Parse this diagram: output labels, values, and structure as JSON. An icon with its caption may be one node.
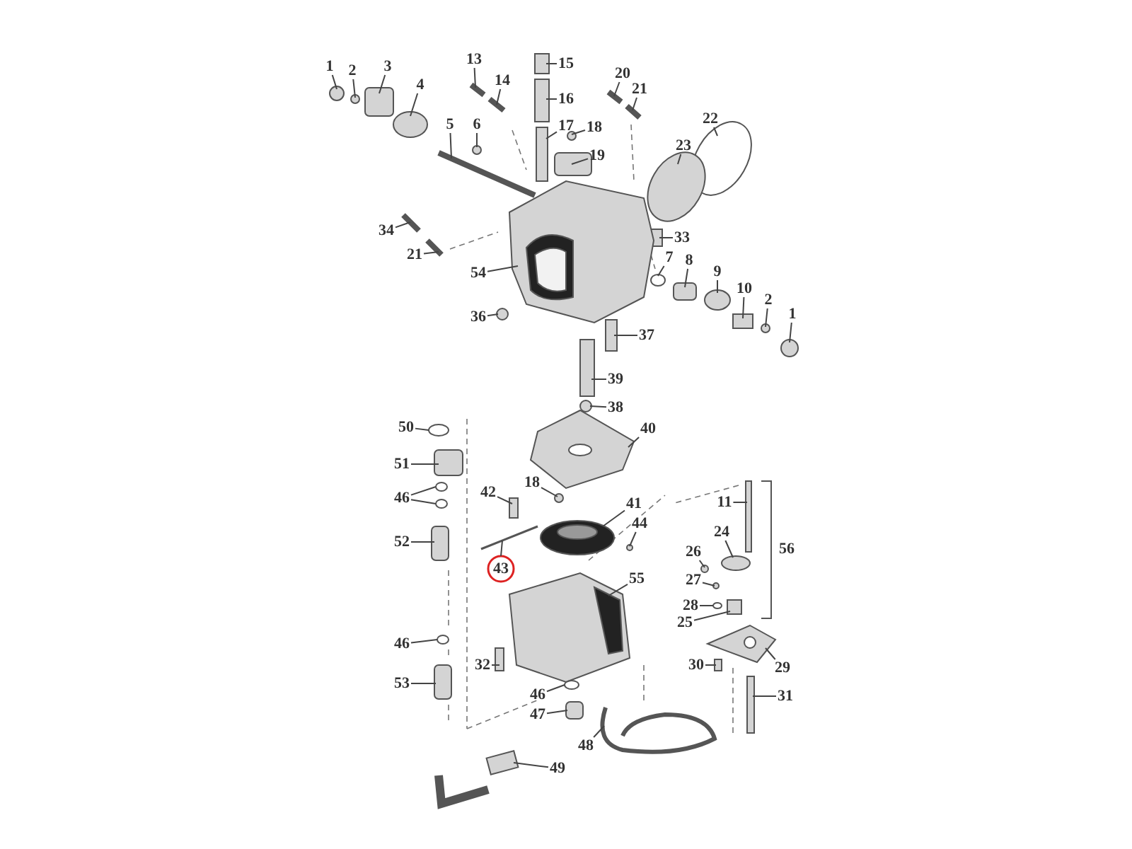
{
  "diagram": {
    "nodes": [
      {
        "text": [
          "1"
        ]
      },
      {
        "text": [
          "2"
        ]
      },
      {
        "text": [
          "3"
        ]
      },
      {
        "text": [
          "4"
        ]
      },
      {
        "text": [
          "5"
        ]
      },
      {
        "text": [
          "6"
        ]
      },
      {
        "text": [
          "13"
        ]
      },
      {
        "text": [
          "14"
        ]
      },
      {
        "text": [
          "15"
        ]
      },
      {
        "text": [
          "16"
        ]
      },
      {
        "text": [
          "17"
        ]
      },
      {
        "text": [
          "18"
        ]
      },
      {
        "text": [
          "19"
        ]
      },
      {
        "text": [
          "20"
        ]
      },
      {
        "text": [
          "21"
        ]
      },
      {
        "text": [
          "22"
        ]
      },
      {
        "text": [
          "23"
        ]
      },
      {
        "text": [
          "33"
        ]
      },
      {
        "text": [
          "34"
        ]
      },
      {
        "text": [
          "21"
        ]
      },
      {
        "text": [
          "54"
        ]
      },
      {
        "text": [
          "7"
        ]
      },
      {
        "text": [
          "8"
        ]
      },
      {
        "text": [
          "9"
        ]
      },
      {
        "text": [
          "10"
        ]
      },
      {
        "text": [
          "2"
        ]
      },
      {
        "text": [
          "1"
        ]
      },
      {
        "text": [
          "36"
        ]
      },
      {
        "text": [
          "37"
        ]
      },
      {
        "text": [
          "39"
        ]
      },
      {
        "text": [
          "38"
        ]
      },
      {
        "text": [
          "40"
        ]
      },
      {
        "text": [
          "50"
        ]
      },
      {
        "text": [
          "51"
        ]
      },
      {
        "text": [
          "46"
        ]
      },
      {
        "text": [
          "52"
        ]
      },
      {
        "text": [
          "42"
        ]
      },
      {
        "text": [
          "18"
        ]
      },
      {
        "text": [
          "41"
        ]
      },
      {
        "text": [
          "44"
        ]
      },
      {
        "text": [
          "43"
        ]
      },
      {
        "text": [
          "55"
        ]
      },
      {
        "text": [
          "11"
        ]
      },
      {
        "text": [
          "24"
        ]
      },
      {
        "text": [
          "26"
        ]
      },
      {
        "text": [
          "27"
        ]
      },
      {
        "text": [
          "28"
        ]
      },
      {
        "text": [
          "25"
        ]
      },
      {
        "text": [
          "29"
        ]
      },
      {
        "text": [
          "30"
        ]
      },
      {
        "text": [
          "31"
        ]
      },
      {
        "text": [
          "32"
        ]
      },
      {
        "text": [
          "46"
        ]
      },
      {
        "text": [
          "53"
        ]
      },
      {
        "text": [
          "46"
        ]
      },
      {
        "text": [
          "47"
        ]
      },
      {
        "text": [
          "48"
        ]
      },
      {
        "text": [
          "49"
        ]
      },
      {
        "text": [],
        "shape": "circle"
      },
      {
        "text": [],
        "shape": "circle"
      },
      {
        "text": [],
        "shape": "box"
      },
      {
        "text": [],
        "shape": "circle"
      },
      {
        "text": [],
        "shape": "bar"
      },
      {
        "text": [],
        "shape": "circle"
      },
      {
        "text": [],
        "shape": "bar"
      },
      {
        "text": [],
        "shape": "bar"
      },
      {
        "text": [],
        "shape": "box"
      },
      {
        "text": [],
        "shape": "box"
      },
      {
        "text": [],
        "shape": "box"
      },
      {
        "text": [],
        "shape": "circle"
      },
      {
        "text": [],
        "shape": "box"
      },
      {
        "text": [],
        "shape": "bar"
      },
      {
        "text": [],
        "shape": "bar"
      },
      {
        "text": [],
        "shape": "circle"
      },
      {
        "text": [],
        "shape": "circle"
      },
      {
        "text": [],
        "shape": "box"
      },
      {
        "text": [],
        "shape": "bar"
      },
      {
        "text": [],
        "shape": "bar"
      },
      {
        "text": [],
        "shape": "picture"
      },
      {
        "text": [],
        "shape": "circle"
      },
      {
        "text": [],
        "shape": "box"
      },
      {
        "text": [],
        "shape": "circle"
      },
      {
        "text": [],
        "shape": "box"
      },
      {
        "text": [],
        "shape": "circle"
      },
      {
        "text": [],
        "shape": "circle"
      },
      {
        "text": [],
        "shape": "circle"
      },
      {
        "text": [],
        "shape": "box"
      },
      {
        "text": [],
        "shape": "box"
      },
      {
        "text": [],
        "shape": "circle"
      },
      {
        "text": [],
        "shape": "picture"
      },
      {
        "text": [],
        "shape": "circle"
      },
      {
        "text": [],
        "shape": "box"
      },
      {
        "text": [],
        "shape": "circle"
      },
      {
        "text": [],
        "shape": "circle"
      },
      {
        "text": [],
        "shape": "box"
      },
      {
        "text": [],
        "shape": "box"
      },
      {
        "text": [],
        "shape": "circle"
      },
      {
        "text": [],
        "shape": "picture"
      },
      {
        "text": [],
        "shape": "circle"
      },
      {
        "text": [],
        "shape": "bar"
      },
      {
        "text": [],
        "shape": "picture"
      },
      {
        "text": [],
        "shape": "box"
      },
      {
        "text": [],
        "shape": "circle"
      },
      {
        "text": [],
        "shape": "circle"
      },
      {
        "text": [],
        "shape": "circle"
      },
      {
        "text": [],
        "shape": "circle"
      },
      {
        "text": [],
        "shape": "box"
      },
      {
        "text": [],
        "shape": "picture"
      },
      {
        "text": [],
        "shape": "box"
      },
      {
        "text": [],
        "shape": "box"
      },
      {
        "text": [],
        "shape": "box"
      },
      {
        "text": [],
        "shape": "circle"
      },
      {
        "text": [],
        "shape": "box"
      },
      {
        "text": [],
        "shape": "circle"
      },
      {
        "text": [],
        "shape": "box"
      },
      {
        "text": [],
        "shape": "picture"
      },
      {
        "text": [],
        "shape": "picture"
      }
    ],
    "edges": [
      {
        "from": 0,
        "to": 58,
        "arrow": "none"
      },
      {
        "from": 1,
        "to": 59,
        "arrow": "none"
      },
      {
        "from": 2,
        "to": 60,
        "arrow": "none"
      },
      {
        "from": 3,
        "to": 61,
        "arrow": "none"
      },
      {
        "from": 4,
        "to": 62,
        "arrow": "none"
      },
      {
        "from": 5,
        "to": 63,
        "arrow": "none"
      },
      {
        "from": 6,
        "to": 64,
        "arrow": "none"
      },
      {
        "from": 7,
        "to": 65,
        "arrow": "none"
      },
      {
        "from": 8,
        "to": 66,
        "arrow": "none"
      },
      {
        "from": 9,
        "to": 67,
        "arrow": "none"
      },
      {
        "from": 10,
        "to": 68,
        "arrow": "none"
      },
      {
        "from": 11,
        "to": 69,
        "arrow": "none"
      },
      {
        "from": 12,
        "to": 70,
        "arrow": "none"
      },
      {
        "from": 13,
        "to": 71,
        "arrow": "none"
      },
      {
        "from": 14,
        "to": 72,
        "arrow": "none"
      },
      {
        "from": 15,
        "to": 73,
        "arrow": "none"
      },
      {
        "from": 16,
        "to": 74,
        "arrow": "none"
      },
      {
        "from": 17,
        "to": 75,
        "arrow": "none"
      },
      {
        "from": 18,
        "to": 76,
        "arrow": "none"
      },
      {
        "from": 19,
        "to": 77,
        "arrow": "none"
      },
      {
        "from": 20,
        "to": 78,
        "arrow": "none"
      },
      {
        "from": 21,
        "to": 79,
        "arrow": "none"
      },
      {
        "from": 22,
        "to": 80,
        "arrow": "none"
      },
      {
        "from": 23,
        "to": 81,
        "arrow": "none"
      },
      {
        "from": 24,
        "to": 82,
        "arrow": "none"
      },
      {
        "from": 25,
        "to": 83,
        "arrow": "none"
      },
      {
        "from": 26,
        "to": 84,
        "arrow": "none"
      },
      {
        "from": 27,
        "to": 85,
        "arrow": "none"
      },
      {
        "from": 28,
        "to": 86,
        "arrow": "none"
      },
      {
        "from": 29,
        "to": 87,
        "arrow": "none"
      },
      {
        "from": 30,
        "to": 88,
        "arrow": "none"
      },
      {
        "from": 31,
        "to": 89,
        "arrow": "none"
      },
      {
        "from": 32,
        "to": 90,
        "arrow": "none"
      },
      {
        "from": 33,
        "to": 91,
        "arrow": "none"
      },
      {
        "from": 34,
        "to": 92,
        "arrow": "none"
      },
      {
        "from": 34,
        "to": 93,
        "arrow": "none"
      },
      {
        "from": 35,
        "to": 94,
        "arrow": "none"
      },
      {
        "from": 36,
        "to": 95,
        "arrow": "none"
      },
      {
        "from": 37,
        "to": 96,
        "arrow": "none"
      },
      {
        "from": 38,
        "to": 97,
        "arrow": "none"
      },
      {
        "from": 39,
        "to": 98,
        "arrow": "none"
      },
      {
        "from": 40,
        "to": 99,
        "arrow": "none"
      },
      {
        "from": 41,
        "to": 100,
        "arrow": "none"
      },
      {
        "from": 42,
        "to": 101,
        "arrow": "none"
      },
      {
        "from": 43,
        "to": 102,
        "arrow": "none"
      },
      {
        "from": 44,
        "to": 103,
        "arrow": "none"
      },
      {
        "from": 45,
        "to": 104,
        "arrow": "none"
      },
      {
        "from": 46,
        "to": 105,
        "arrow": "none"
      },
      {
        "from": 47,
        "to": 106,
        "arrow": "none"
      },
      {
        "from": 48,
        "to": 107,
        "arrow": "none"
      },
      {
        "from": 49,
        "to": 108,
        "arrow": "none"
      },
      {
        "from": 50,
        "to": 109,
        "arrow": "none"
      },
      {
        "from": 51,
        "to": 110,
        "arrow": "none"
      },
      {
        "from": 52,
        "to": 111,
        "arrow": "none"
      },
      {
        "from": 53,
        "to": 112,
        "arrow": "none"
      },
      {
        "from": 54,
        "to": 113,
        "arrow": "none"
      },
      {
        "from": 55,
        "to": 114,
        "arrow": "none"
      },
      {
        "from": 56,
        "to": 115,
        "arrow": "none"
      },
      {
        "from": 57,
        "to": 116,
        "arrow": "none"
      }
    ],
    "labels": [
      "56"
    ]
  }
}
